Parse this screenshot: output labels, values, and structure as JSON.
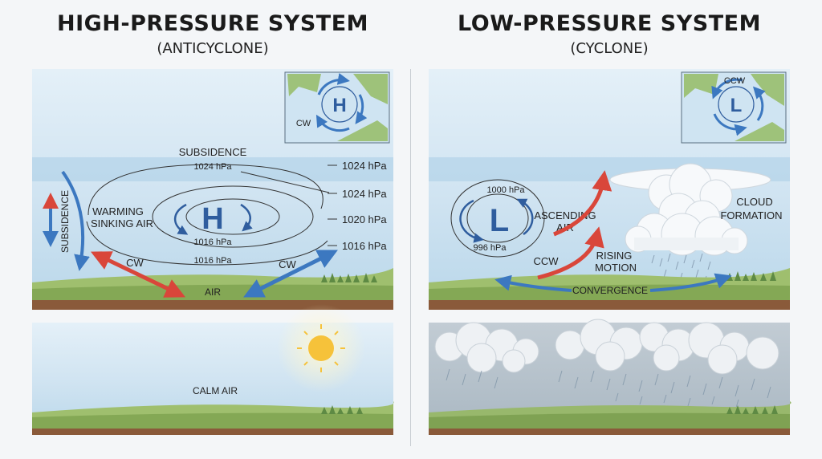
{
  "high": {
    "title": "HIGH-PRESSURE SYSTEM",
    "subtitle": "(ANTICYCLONE)",
    "center_symbol": "H",
    "inset_symbol": "H",
    "inset_rotation": "CW",
    "subsidence_top": "SUBSIDENCE",
    "subsidence_side": "SUBSIDENCE",
    "warming_line1": "WARMING",
    "warming_line2": "SINKING AIR",
    "isobars_inner": [
      "1024 hPa",
      "1016 hPa",
      "1016 hPa"
    ],
    "isobars_right": [
      "1024 hPa",
      "1024 hPa",
      "1020 hPa",
      "1016 hPa"
    ],
    "cw_left": "CW",
    "cw_right": "CW",
    "air": "AIR",
    "calm_air": "CALM AIR"
  },
  "low": {
    "title": "LOW-PRESSURE SYSTEM",
    "subtitle": "(CYCLONE)",
    "center_symbol": "L",
    "inset_symbol": "L",
    "inset_rotation": "CCW",
    "isobar_top": "1000 hPa",
    "isobar_bottom": "996 hPa",
    "ascending_line1": "ASCENDING",
    "ascending_line2": "AIR",
    "ccw": "CCW",
    "rising_line1": "RISING",
    "rising_line2": "MOTION",
    "cloud_line1": "CLOUD",
    "cloud_line2": "FORMATION",
    "convergence": "CONVERGENCE"
  },
  "colors": {
    "sky_top": "#d6e8f3",
    "sky_bottom": "#bcd9ec",
    "ground": "#8cae5c",
    "soil": "#8a5a3a",
    "warm_arrow": "#d9463a",
    "cool_arrow": "#3c78c0",
    "symbol": "#2f5d9e",
    "sun": "#f6c23a"
  }
}
